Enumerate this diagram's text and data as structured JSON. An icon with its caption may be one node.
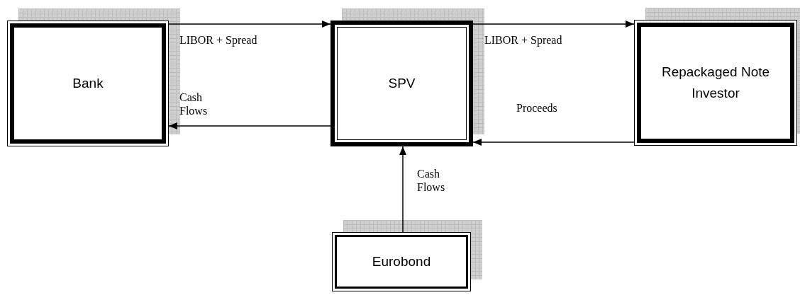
{
  "diagram": {
    "nodes": [
      {
        "text": [
          "Bank"
        ]
      },
      {
        "text": [
          "SPV"
        ]
      },
      {
        "text": [
          "Repackaged Note Investor"
        ]
      },
      {
        "text": [
          "Eurobond"
        ]
      }
    ],
    "edges": [
      {
        "from": 0,
        "to": 1,
        "arrow": "to",
        "label": "LIBOR + Spread"
      },
      {
        "from": 1,
        "to": 0,
        "arrow": "to",
        "label": "Cash Flows"
      },
      {
        "from": 1,
        "to": 2,
        "arrow": "to",
        "label": "LIBOR + Spread"
      },
      {
        "from": 2,
        "to": 1,
        "arrow": "to",
        "label": "Proceeds"
      },
      {
        "from": 3,
        "to": 1,
        "arrow": "to",
        "label": "Cash Flows"
      }
    ]
  }
}
